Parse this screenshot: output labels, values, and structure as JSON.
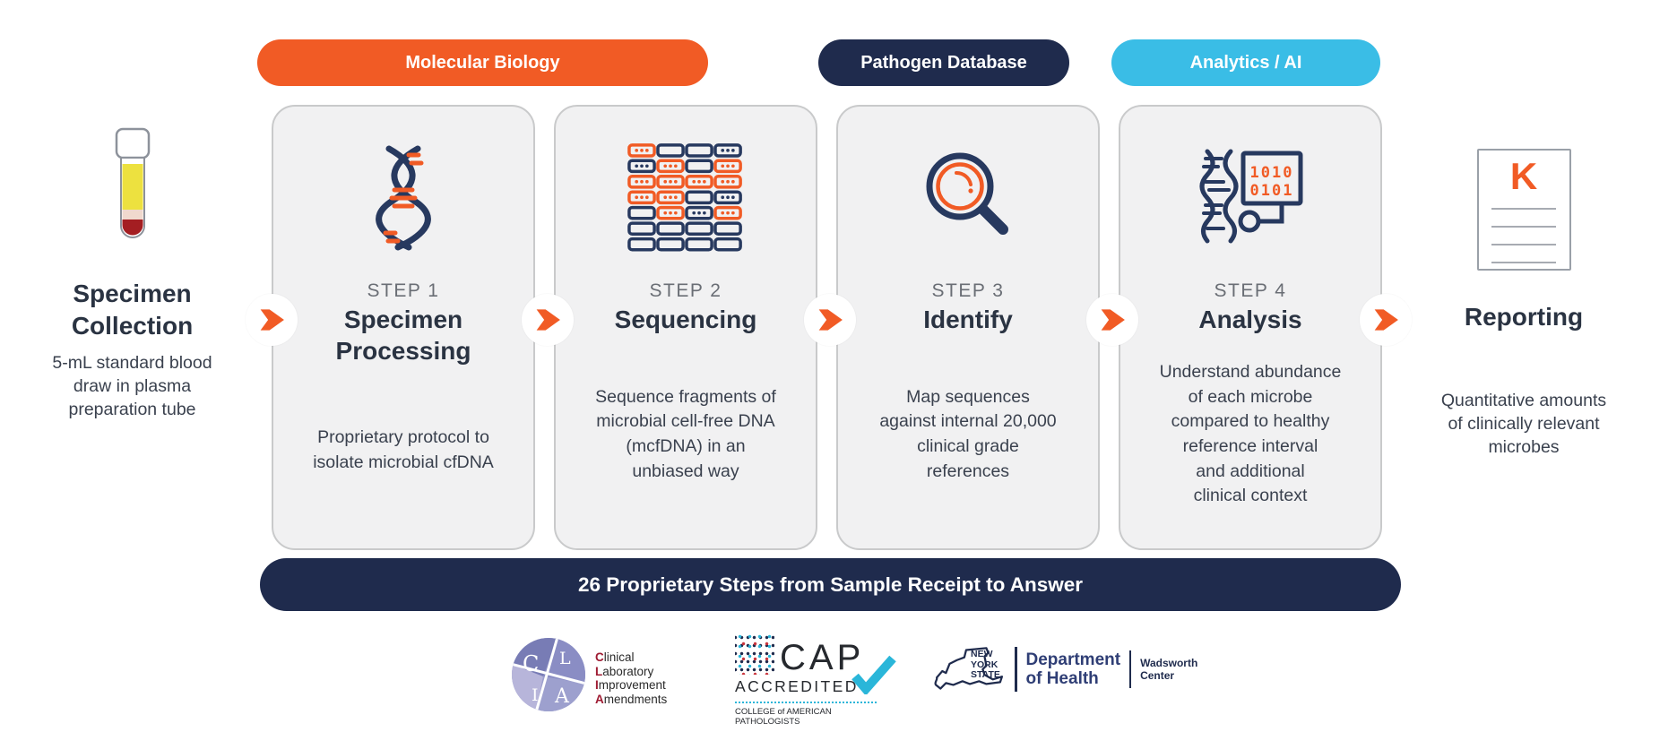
{
  "pills": {
    "molecular_biology": "Molecular Biology",
    "pathogen_database": "Pathogen Database",
    "analytics_ai": "Analytics / AI"
  },
  "specimen_collection": {
    "title": "Specimen\nCollection",
    "description": "5-mL standard blood\ndraw in plasma\npreparation tube",
    "icon": "blood-tube-icon"
  },
  "steps": [
    {
      "label": "STEP 1",
      "title": "Specimen\nProcessing",
      "description": "Proprietary protocol to\nisolate microbial cfDNA",
      "icon": "dna-helix-icon"
    },
    {
      "label": "STEP 2",
      "title": "Sequencing",
      "description": "Sequence fragments of\nmicrobial cell-free DNA\n(mcfDNA)  in an\nunbiased way",
      "icon": "sequence-reads-icon"
    },
    {
      "label": "STEP 3",
      "title": "Identify",
      "description": "Map sequences\nagainst internal 20,000\nclinical grade\nreferences",
      "icon": "magnifying-glass-icon"
    },
    {
      "label": "STEP 4",
      "title": "Analysis",
      "description": "Understand abundance\nof each microbe\ncompared to healthy\nreference interval\nand additional\nclinical context",
      "icon": "dna-analysis-monitor-icon"
    }
  ],
  "reporting": {
    "title": "Reporting",
    "description": "Quantitative amounts\nof clinically relevant\nmicrobes",
    "document_letter": "K",
    "icon": "report-document-icon"
  },
  "banner": "26 Proprietary Steps from Sample Receipt to Answer",
  "analysis_icon_binary": {
    "row1": "1010",
    "row2": "0101"
  },
  "accreditations": {
    "clia": {
      "circle_letters": {
        "c": "C",
        "l": "L",
        "i": "I",
        "a": "A"
      },
      "words": [
        {
          "initial": "C",
          "rest": "linical"
        },
        {
          "initial": "L",
          "rest": "aboratory"
        },
        {
          "initial": "I",
          "rest": "mprovement"
        },
        {
          "initial": "A",
          "rest": "mendments"
        }
      ]
    },
    "cap": {
      "name": "CAP",
      "status": "ACCREDITED",
      "org": "COLLEGE of AMERICAN PATHOLOGISTS"
    },
    "nysdoh": {
      "state": "NEW\nYORK\nSTATE",
      "department": "Department\nof Health",
      "center": "Wadsworth\nCenter"
    }
  },
  "colors": {
    "orange": "#F15B25",
    "navy": "#1F2B4D",
    "cyan": "#3ABDE6",
    "icon_navy": "#27395F",
    "card_background": "#F1F1F2",
    "card_border": "#C9CACB"
  }
}
